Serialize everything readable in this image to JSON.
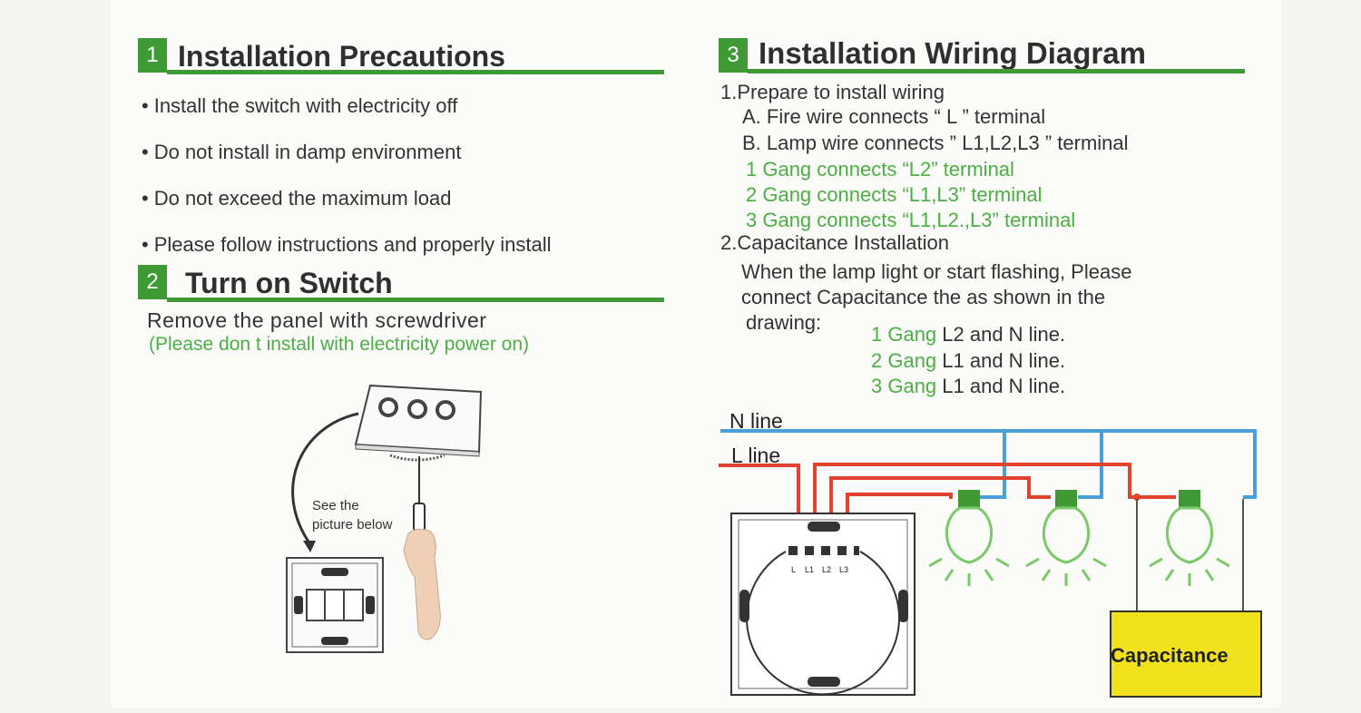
{
  "section1": {
    "number": "1",
    "title": "Installation Precautions",
    "items": [
      "Install the switch with electricity off",
      "Do not install in damp environment",
      "Do not exceed the maximum load",
      "Please follow instructions and properly install"
    ]
  },
  "section2": {
    "number": "2",
    "title": "Turn on Switch",
    "line1": "Remove the panel with screwdriver",
    "line2": "(Please don t  install with electricity power on)",
    "picture_label_1": "See the",
    "picture_label_2": "picture below"
  },
  "section3": {
    "number": "3",
    "title": "Installation Wiring Diagram",
    "step1": "1.Prepare to install wiring",
    "step1a": "A. Fire wire connects “ L ” terminal",
    "step1b": "B. Lamp wire connects ” L1,L2,L3 ” terminal",
    "gang1": "1 Gang connects “L2” terminal",
    "gang2": "2 Gang connects “L1,L3” terminal",
    "gang3": "3 Gang connects “L1,L2.,L3” terminal",
    "step2": "2.Capacitance Installation",
    "step2_text1": "When the lamp light or start flashing, Please",
    "step2_text2": "connect Capacitance the  as shown in the",
    "step2_text3": "drawing:",
    "cap": [
      {
        "gang": "1 Gang",
        "rest": " L2 and N line."
      },
      {
        "gang": "2 Gang",
        "rest": " L1 and N line."
      },
      {
        "gang": "3 Gang",
        "rest": " L1 and N line."
      }
    ]
  },
  "diagram": {
    "n_line": "N line",
    "l_line": "L line",
    "terminals": [
      "L",
      "L1",
      "L2",
      "L3"
    ],
    "capacitance": "Capacitance",
    "colors": {
      "n_wire": "#4a9fd8",
      "l_wire": "#e0442f",
      "green": "#3f9a36",
      "lamp": "#7cc96a",
      "capacitor": "#f2e21e"
    }
  }
}
